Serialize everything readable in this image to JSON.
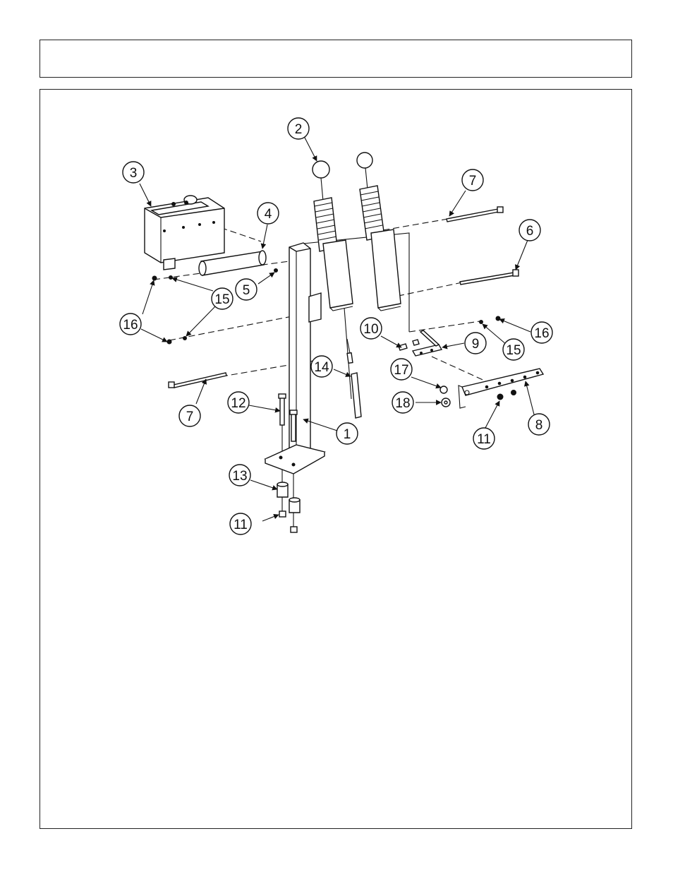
{
  "header": {
    "title": ""
  },
  "callouts": [
    {
      "id": "c1",
      "label": "1"
    },
    {
      "id": "c2",
      "label": "2"
    },
    {
      "id": "c3",
      "label": "3"
    },
    {
      "id": "c4",
      "label": "4"
    },
    {
      "id": "c5",
      "label": "5"
    },
    {
      "id": "c6",
      "label": "6"
    },
    {
      "id": "c7a",
      "label": "7"
    },
    {
      "id": "c7b",
      "label": "7"
    },
    {
      "id": "c8",
      "label": "8"
    },
    {
      "id": "c9",
      "label": "9"
    },
    {
      "id": "c10",
      "label": "10"
    },
    {
      "id": "c11a",
      "label": "11"
    },
    {
      "id": "c11b",
      "label": "11"
    },
    {
      "id": "c12",
      "label": "12"
    },
    {
      "id": "c13",
      "label": "13"
    },
    {
      "id": "c14",
      "label": "14"
    },
    {
      "id": "c15a",
      "label": "15"
    },
    {
      "id": "c15b",
      "label": "15"
    },
    {
      "id": "c16a",
      "label": "16"
    },
    {
      "id": "c16b",
      "label": "16"
    },
    {
      "id": "c17",
      "label": "17"
    },
    {
      "id": "c18",
      "label": "18"
    }
  ]
}
